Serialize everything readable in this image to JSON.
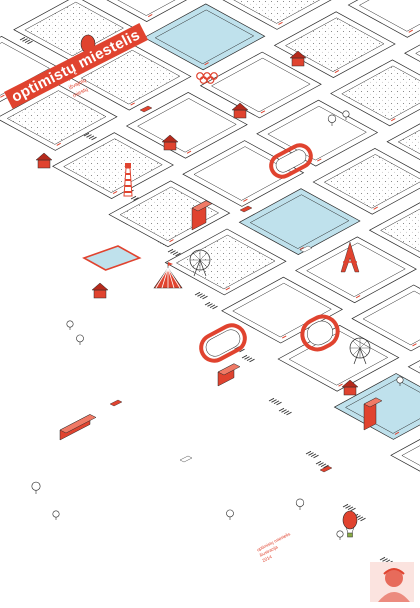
{
  "poster": {
    "title": "optimistų miestelis",
    "subtitle_lines": [
      "optimistinė",
      "išvajotų",
      "miestų"
    ],
    "credits_lines": [
      "optimistų miestelis",
      "iliustracija",
      "2014"
    ]
  },
  "colors": {
    "accent": "#e0432f",
    "ink": "#2a2a2a",
    "water": "#bfe1ec",
    "paper": "#ffffff",
    "grass_dots": "#555555"
  },
  "icons": [
    "hot-air-balloon-icon",
    "olympic-rings-icon",
    "eiffel-tower-icon",
    "lighthouse-icon",
    "circus-tent-icon",
    "ferris-wheel-icon",
    "pool-icon",
    "running-track-icon",
    "house-icon",
    "tree-icon",
    "car-icon",
    "tractor-icon",
    "roller-coaster-icon",
    "basketball-court-icon"
  ]
}
